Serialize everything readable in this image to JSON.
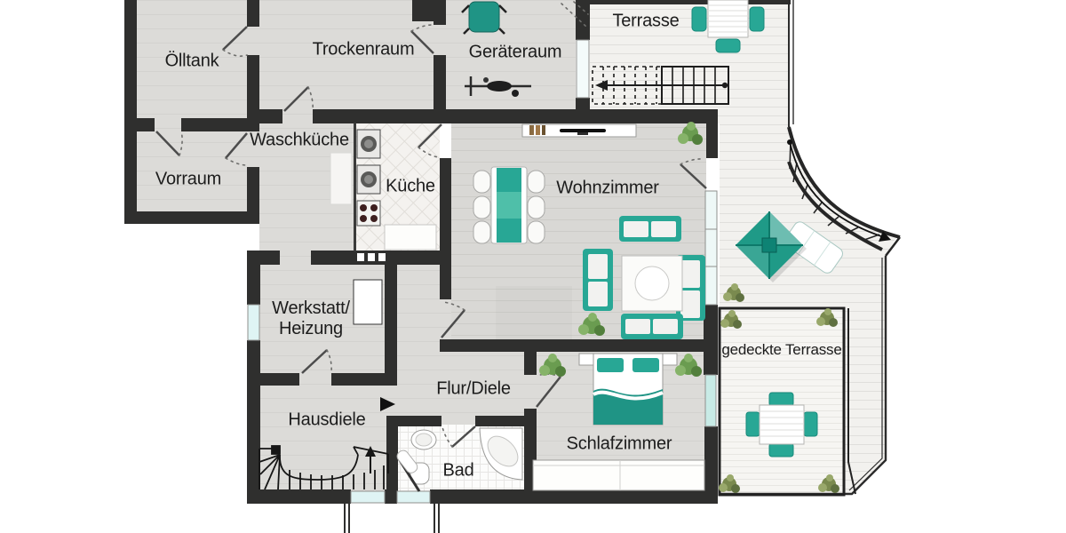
{
  "plan": {
    "type": "floorplan",
    "language": "de",
    "rooms": [
      {
        "id": "oeltank",
        "label": "Ölltank"
      },
      {
        "id": "trockenraum",
        "label": "Trockenraum"
      },
      {
        "id": "geraeteraum",
        "label": "Geräteraum"
      },
      {
        "id": "terrasse",
        "label": "Terrasse"
      },
      {
        "id": "vorraum",
        "label": "Vorraum"
      },
      {
        "id": "waschkueche",
        "label": "Waschküche"
      },
      {
        "id": "kueche",
        "label": "Küche"
      },
      {
        "id": "wohnzimmer",
        "label": "Wohnzimmer"
      },
      {
        "id": "werkstatt",
        "label": "Werkstatt/",
        "label2": "Heizung"
      },
      {
        "id": "flur",
        "label": "Flur/Diele"
      },
      {
        "id": "hausdiele",
        "label": "Hausdiele"
      },
      {
        "id": "bad",
        "label": "Bad"
      },
      {
        "id": "schlafzimmer",
        "label": "Schlafzimmer"
      },
      {
        "id": "gedeckte_terrasse",
        "label": "gedeckte Terrasse"
      }
    ],
    "colors": {
      "wall": "#2f2f2e",
      "accent_teal": "#28a795",
      "accent_teal_dark": "#1f9485",
      "accent_teal_light": "#5fc3ae",
      "floor_basement": "#dcdbd8",
      "floor_living": "#d9d8d5",
      "floor_deck": "#f2f1ee",
      "window_glass": "#dff4f4",
      "label_text": "#1c1c1c"
    },
    "markers": {
      "stair_up_arrow": "up",
      "terrace_stair_arrow": "left",
      "deck_stair_arrow": "down",
      "section_marker": "right-triangle"
    }
  }
}
